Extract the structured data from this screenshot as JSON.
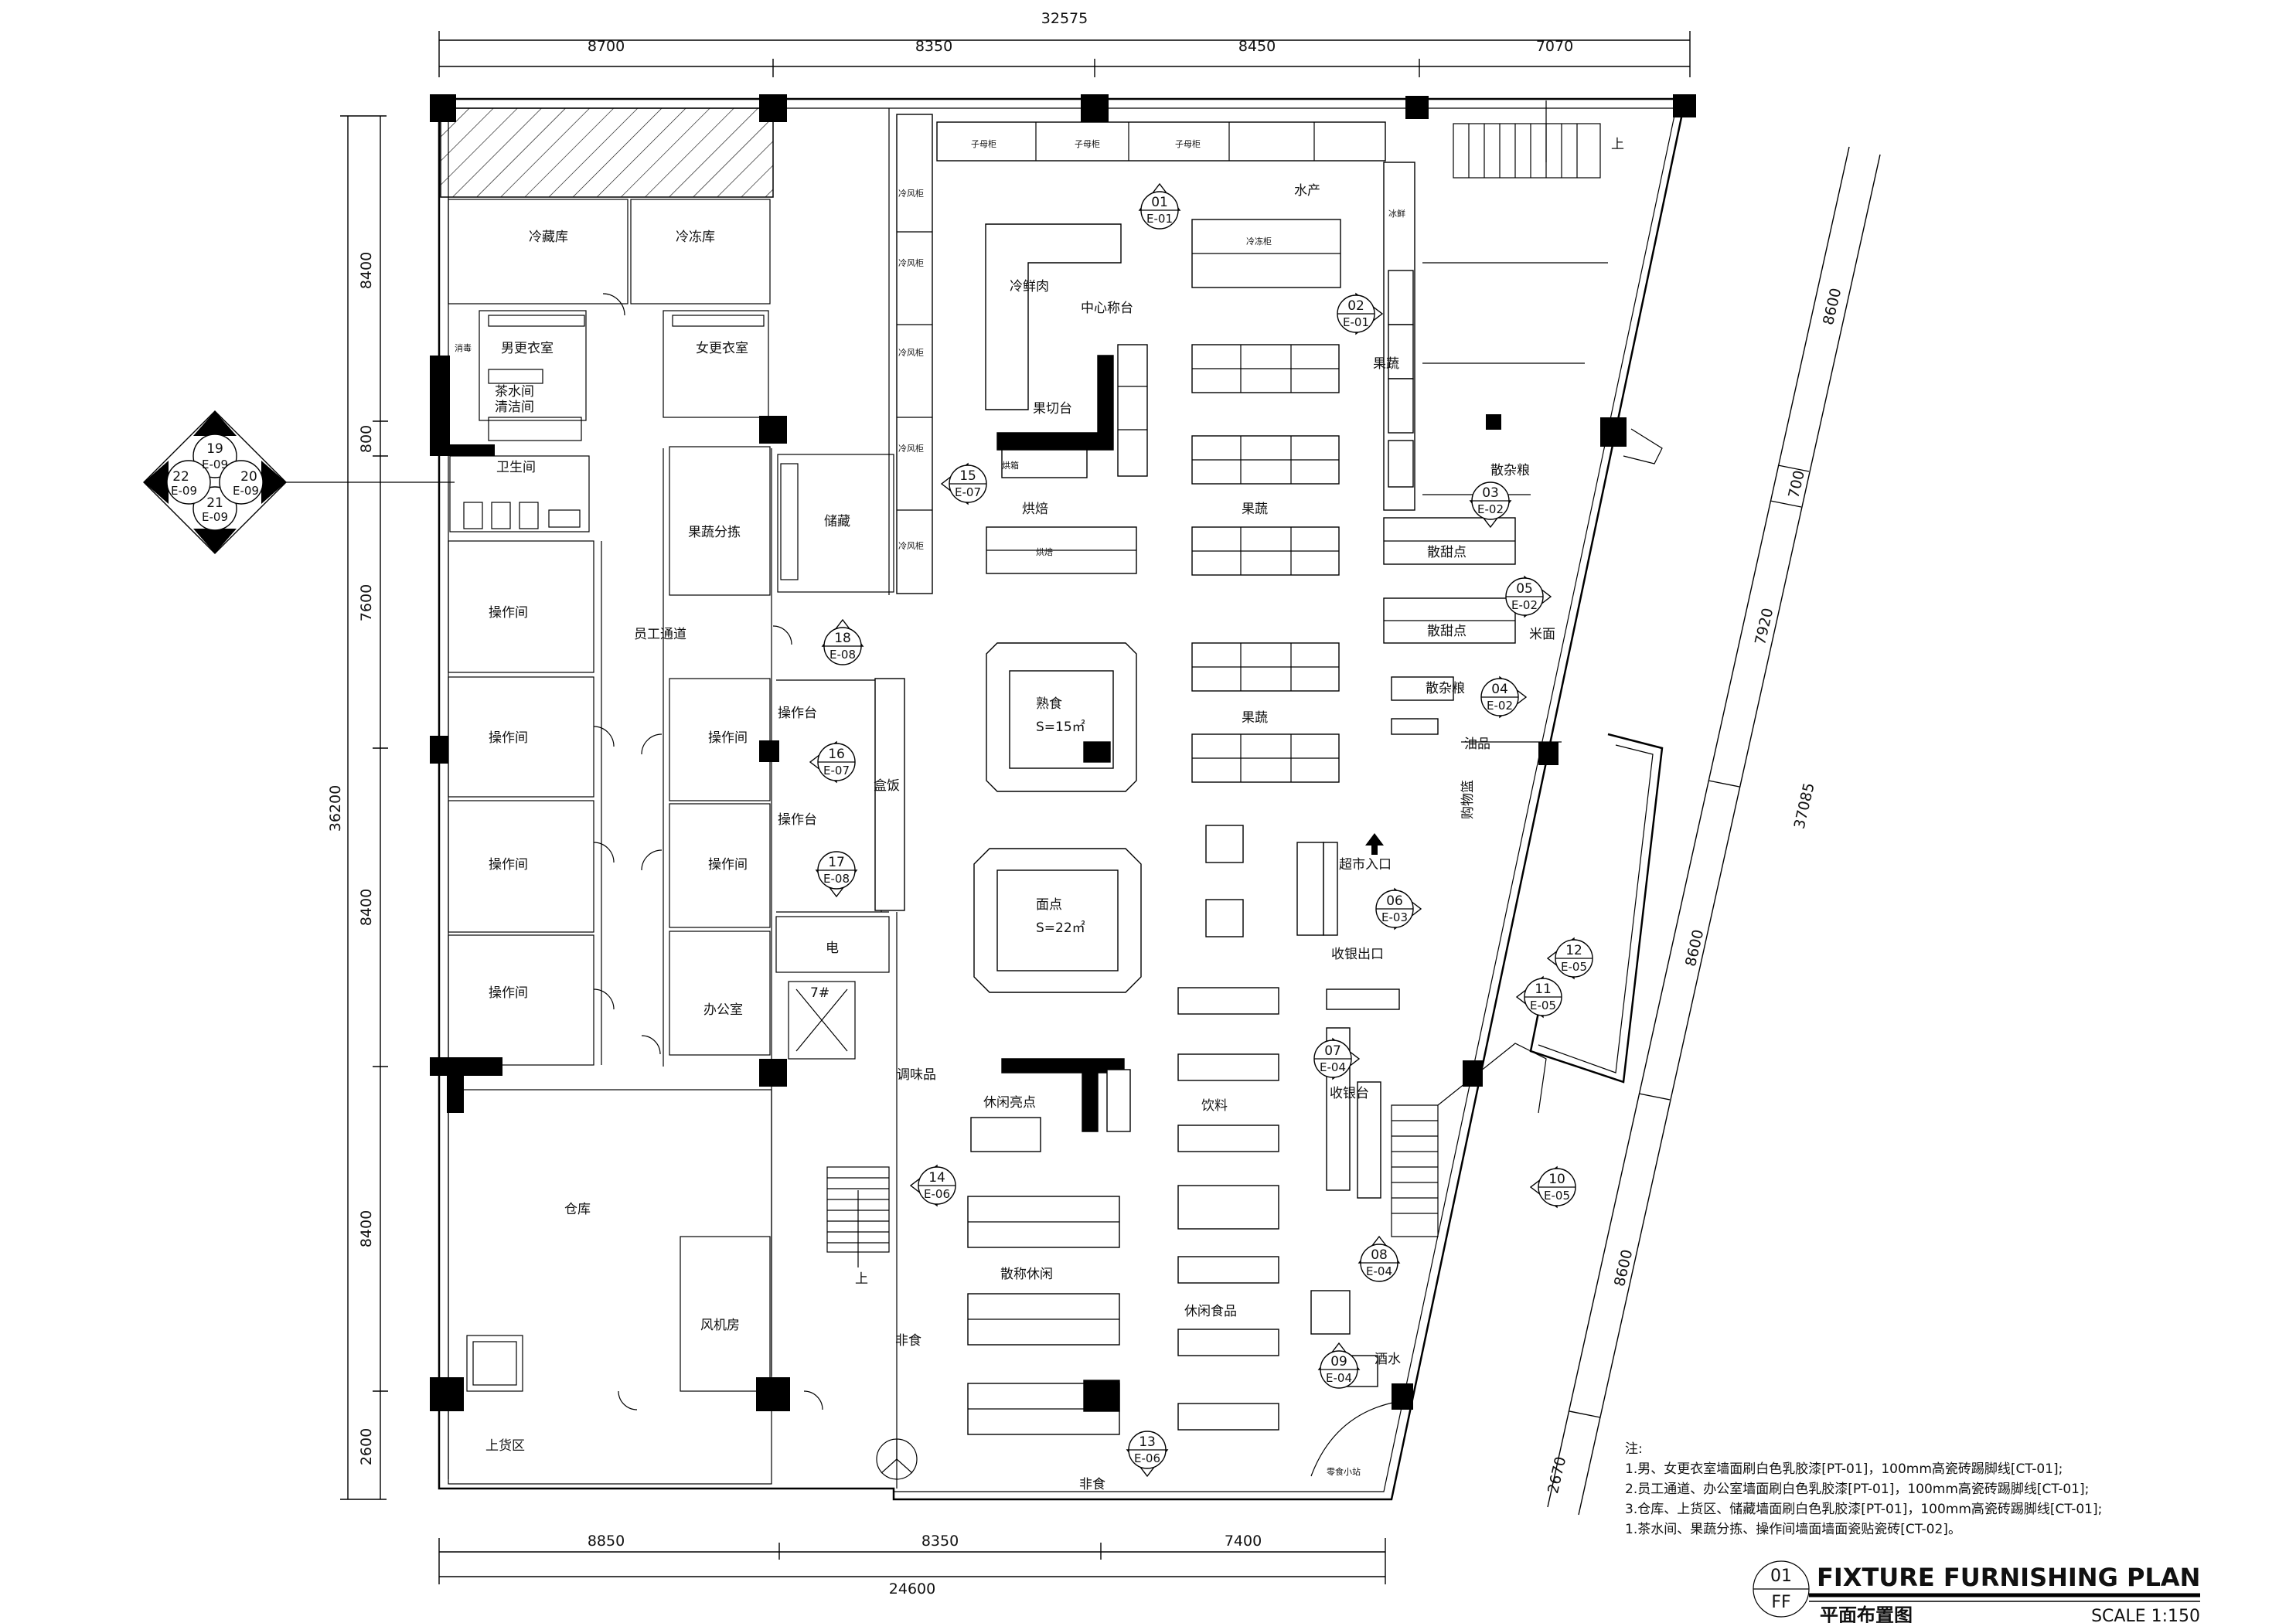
{
  "dimensions": {
    "top_total": "32575",
    "top": [
      "8700",
      "8350",
      "8450",
      "7070"
    ],
    "bottom_total": "24600",
    "bottom": [
      "8850",
      "8350",
      "7400"
    ],
    "left_total": "36200",
    "left": [
      "8400",
      "800",
      "7600",
      "8400",
      "8400",
      "2600"
    ],
    "right_total": "37085",
    "right": [
      "8600",
      "700",
      "7920",
      "8600",
      "8600",
      "2670"
    ]
  },
  "rooms": {
    "cold_storage": "冷藏库",
    "freezer": "冷冻库",
    "men_locker": "男更衣室",
    "women_locker": "女更衣室",
    "tea_cleaning": "茶水间\n清洁间",
    "tea_room": "茶水间",
    "cleaning_room": "清洁间",
    "wc": "卫生间",
    "ops1": "操作间",
    "ops2": "操作间",
    "ops3": "操作间",
    "ops4": "操作间",
    "ops5": "操作间",
    "ops6": "操作间",
    "staff_corridor": "员工通道",
    "fruit_sort": "果蔬分拣",
    "storage": "储藏",
    "office": "办公室",
    "warehouse": "仓库",
    "fan_room": "风机房",
    "loading": "上货区",
    "electric": "电",
    "elevator": "7#"
  },
  "zones": {
    "seafood": "水产",
    "fresh_meat": "冷鲜肉",
    "center_weigh": "中心称台",
    "fruit_cut": "果切台",
    "bakery": "烘焙",
    "fruit_veg_1": "果蔬",
    "fruit_veg_2": "果蔬",
    "fruit_veg_3": "果蔬",
    "bulk_grain_1": "散杂粮",
    "bulk_grain_2": "散杂粮",
    "bulk_sweets_1": "散甜点",
    "bulk_sweets_2": "散甜点",
    "rice_noodle": "米面",
    "oil": "油品",
    "cart": "购物篮",
    "deli": "熟食",
    "deli_area": "S=15㎡",
    "pastry": "面点",
    "pastry_area": "S=22㎡",
    "ops_table_1": "操作台",
    "ops_table_2": "操作台",
    "lunchbox": "盒饭",
    "entrance": "超市入口",
    "cashier_exit": "收银出口",
    "cashier": "收银台",
    "seasoning": "调味品",
    "snack_nuts": "休闲亮点",
    "drinks": "饮料",
    "bulk_snacks": "散称休闲",
    "snack_food": "休闲食品",
    "non_food_1": "非食",
    "non_food_2": "非食",
    "liquor": "酒水",
    "kiosk": "零食小站",
    "ice_fresh": "冰鲜",
    "dryer": "烘箱",
    "up_1": "上",
    "up_2": "上",
    "disinfect": "消毒"
  },
  "fixtures": {
    "mother_cabinet": "子母柜",
    "cold_cabinet": "冷风柜",
    "freezer_cabinet": "冷冻柜",
    "bake_oven": "烘焙"
  },
  "markers": [
    {
      "n": "01",
      "e": "E-01"
    },
    {
      "n": "02",
      "e": "E-01"
    },
    {
      "n": "03",
      "e": "E-02"
    },
    {
      "n": "04",
      "e": "E-02"
    },
    {
      "n": "05",
      "e": "E-02"
    },
    {
      "n": "06",
      "e": "E-03"
    },
    {
      "n": "07",
      "e": "E-04"
    },
    {
      "n": "08",
      "e": "E-04"
    },
    {
      "n": "09",
      "e": "E-04"
    },
    {
      "n": "10",
      "e": "E-05"
    },
    {
      "n": "11",
      "e": "E-05"
    },
    {
      "n": "12",
      "e": "E-05"
    },
    {
      "n": "13",
      "e": "E-06"
    },
    {
      "n": "14",
      "e": "E-06"
    },
    {
      "n": "15",
      "e": "E-07"
    },
    {
      "n": "16",
      "e": "E-07"
    },
    {
      "n": "17",
      "e": "E-08"
    },
    {
      "n": "18",
      "e": "E-08"
    }
  ],
  "key_marker": {
    "n_top": "19",
    "n_left": "22",
    "n_right": "20",
    "n_bottom": "21",
    "e": "E-09"
  },
  "notes": {
    "title": "注:",
    "lines": [
      "1.男、女更衣室墙面刷白色乳胶漆[PT-01]，100mm高瓷砖踢脚线[CT-01];",
      "2.员工通道、办公室墙面刷白色乳胶漆[PT-01]，100mm高瓷砖踢脚线[CT-01];",
      "3.仓库、上货区、储藏墙面刷白色乳胶漆[PT-01]，100mm高瓷砖踢脚线[CT-01];",
      "1.茶水间、果蔬分拣、操作间墙面墙面瓷贴瓷砖[CT-02]。"
    ]
  },
  "title_block": {
    "num": "01",
    "code": "FF",
    "title_en": "FIXTURE FURNISHING PLAN",
    "title_cn": "平面布置图",
    "scale": "SCALE 1:150"
  }
}
